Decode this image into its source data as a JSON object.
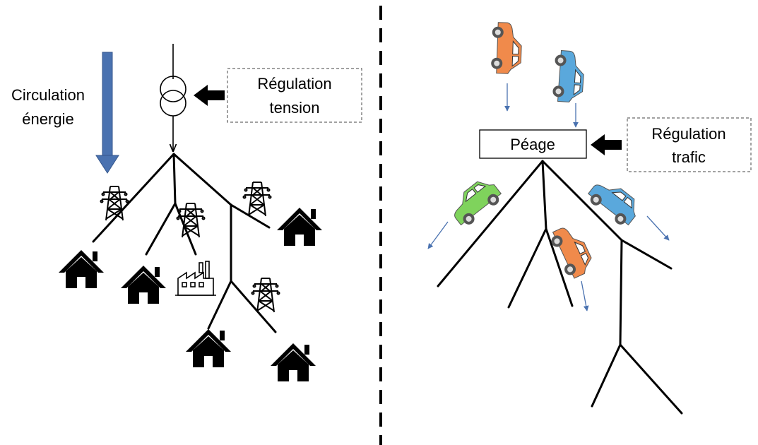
{
  "left_panel": {
    "flow_label_line1": "Circulation",
    "flow_label_line2": "énergie",
    "regulation_line1": "Régulation",
    "regulation_line2": "tension"
  },
  "right_panel": {
    "toll_label": "Péage",
    "regulation_line1": "Régulation",
    "regulation_line2": "trafic"
  },
  "colors": {
    "flow_arrow": "#4a72b0",
    "car_orange": "#f08a4b",
    "car_blue": "#5aa8dc",
    "car_green": "#7fd35c",
    "motion_arrow": "#4a72b0"
  }
}
